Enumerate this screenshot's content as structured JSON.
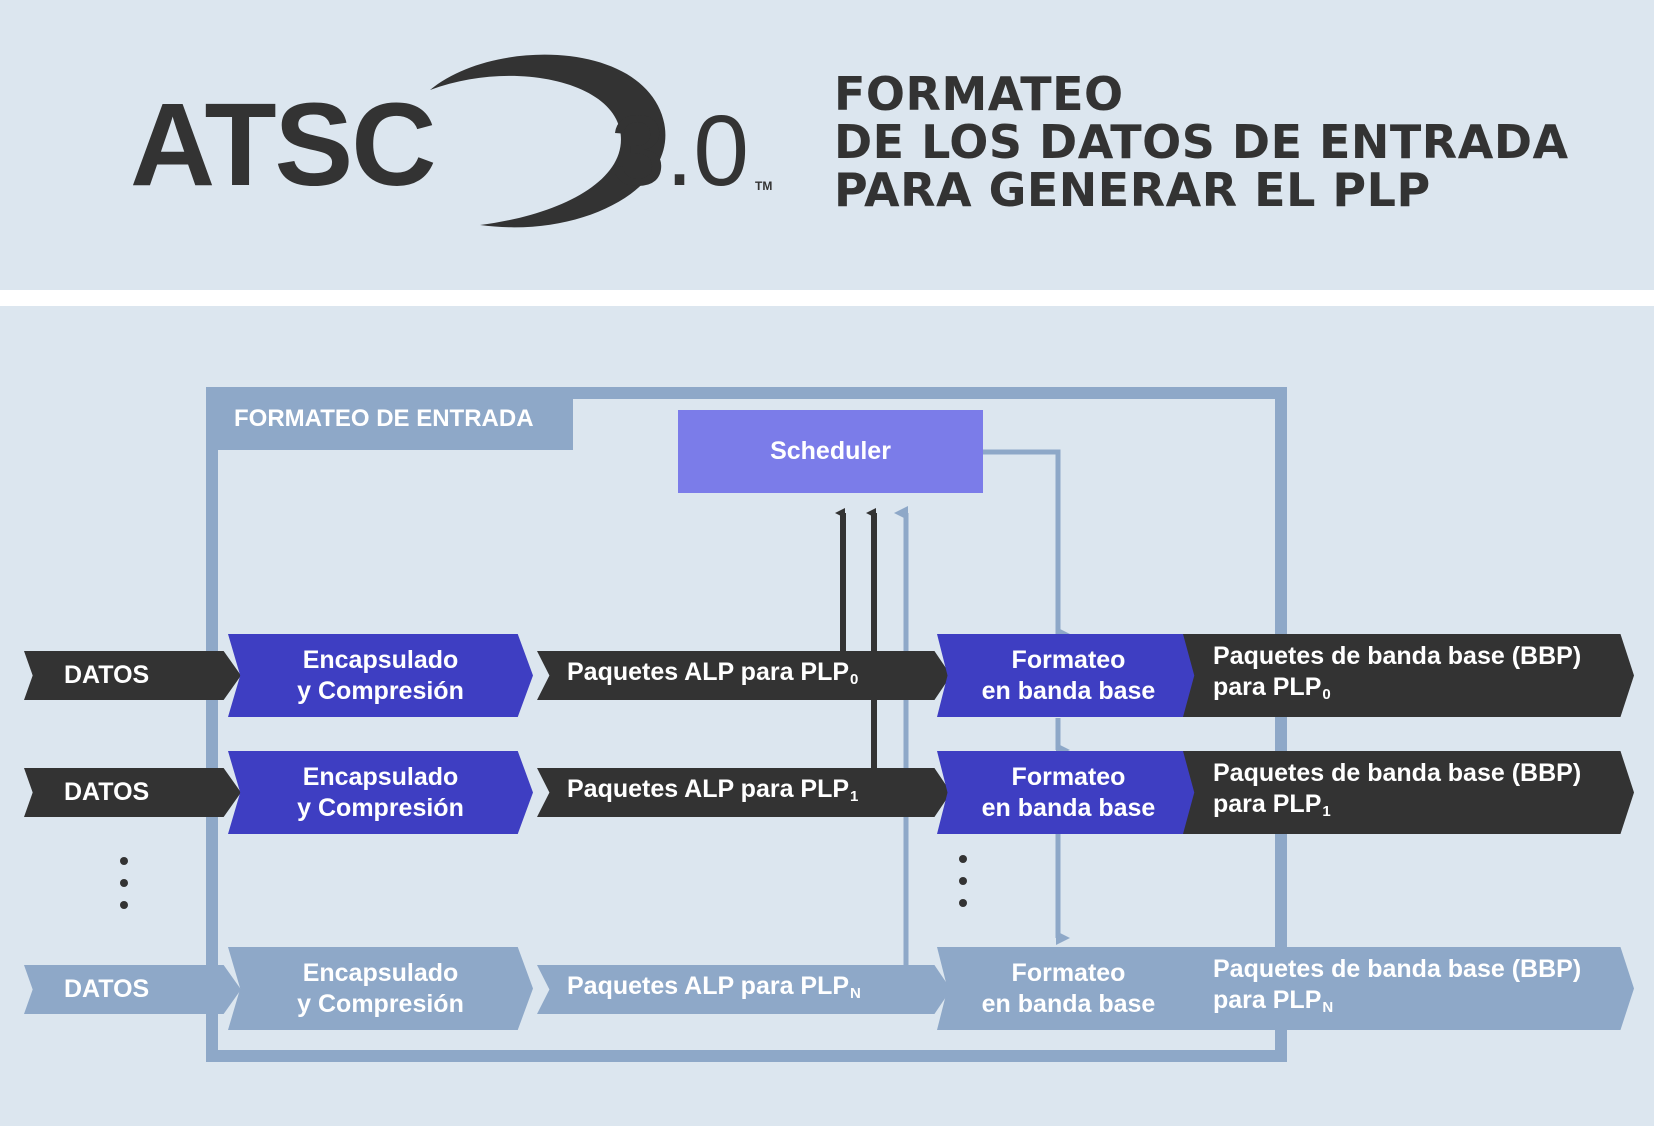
{
  "logo": {
    "brand": "ATSC",
    "version": "3.0",
    "tm": "TM"
  },
  "title": {
    "line1": "FORMATEO",
    "line2": "DE LOS DATOS DE ENTRADA",
    "line3": "PARA GENERAR EL PLP"
  },
  "diagram": {
    "frame_label": "FORMATEO DE ENTRADA",
    "scheduler": "Scheduler",
    "rows": [
      {
        "datos": "DATOS",
        "encap_line1": "Encapsulado",
        "encap_line2": "y Compresión",
        "alp_text": "Paquetes ALP para PLP",
        "alp_sub": "0",
        "fmt_line1": "Formateo",
        "fmt_line2": "en banda base",
        "bbp_line1": "Paquetes de banda base (BBP)",
        "bbp_line2": "para PLP",
        "bbp_sub": "0"
      },
      {
        "datos": "DATOS",
        "encap_line1": "Encapsulado",
        "encap_line2": "y Compresión",
        "alp_text": "Paquetes ALP para PLP",
        "alp_sub": "1",
        "fmt_line1": "Formateo",
        "fmt_line2": "en banda base",
        "bbp_line1": "Paquetes de banda base (BBP)",
        "bbp_line2": "para PLP",
        "bbp_sub": "1"
      },
      {
        "datos": "DATOS",
        "encap_line1": "Encapsulado",
        "encap_line2": "y Compresión",
        "alp_text": "Paquetes ALP para PLP",
        "alp_sub": "N",
        "fmt_line1": "Formateo",
        "fmt_line2": "en banda base",
        "bbp_line1": "Paquetes de banda base (BBP)",
        "bbp_line2": "para PLP",
        "bbp_sub": "N"
      }
    ]
  },
  "colors": {
    "background": "#dce6ef",
    "dark": "#333333",
    "blue": "#3e3ec2",
    "light": "#8ea8c8",
    "scheduler": "#7b7ce9"
  }
}
